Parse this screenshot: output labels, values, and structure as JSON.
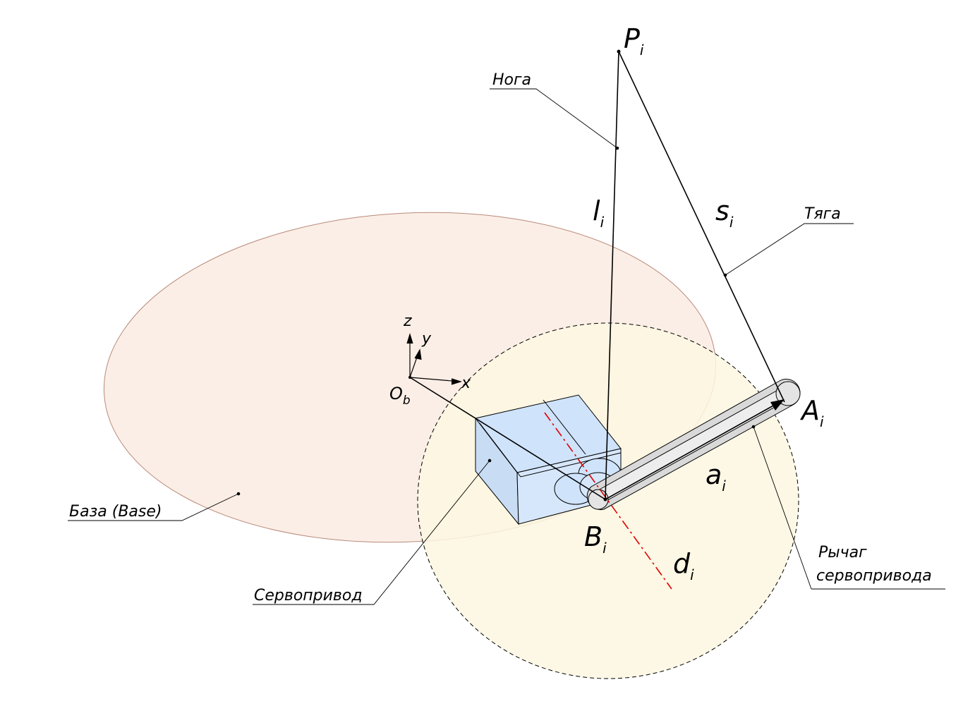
{
  "labels": {
    "leg": "Нога",
    "rod": "Тяга",
    "base": "База (Base)",
    "servo": "Сервопривод",
    "arm_line1": "Рычаг",
    "arm_line2": "сервопривода"
  },
  "symbols": {
    "P": {
      "main": "P",
      "sub": "i"
    },
    "l": {
      "main": "l",
      "sub": "i"
    },
    "s": {
      "main": "s",
      "sub": "i"
    },
    "A": {
      "main": "A",
      "sub": "i"
    },
    "a": {
      "main": "a",
      "sub": "i"
    },
    "B": {
      "main": "B",
      "sub": "i"
    },
    "d": {
      "main": "d",
      "sub": "i"
    },
    "O": {
      "main": "O",
      "sub": "b"
    }
  },
  "axes": {
    "x": "x",
    "y": "y",
    "z": "z"
  },
  "colors": {
    "base_fill": "#fbeee6",
    "base_stroke": "#b88a7a",
    "sweep_fill": "#fdf7e0",
    "servo_fill": "#cfe3fb",
    "arm_fill": "#d9d9d9",
    "axis_red": "#e00000",
    "ink": "#000000"
  }
}
